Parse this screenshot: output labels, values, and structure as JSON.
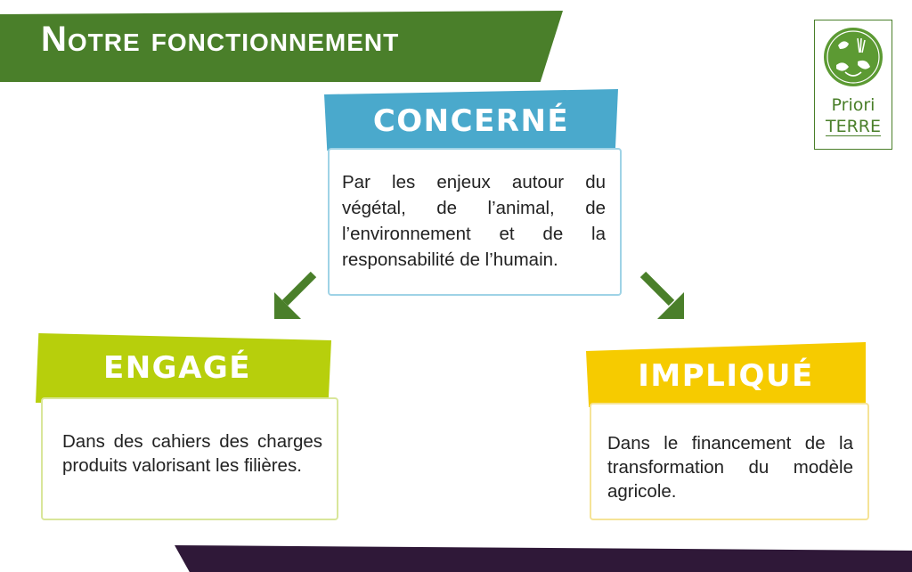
{
  "header": {
    "title": "Notre fonctionnement"
  },
  "logo": {
    "line1": "Priori",
    "line2": "TERRE",
    "icon": "farm-hands-emblem-icon",
    "color": "#4a7f2a"
  },
  "cards": {
    "concerne": {
      "title": "CONCERNÉ",
      "text": "Par les enjeux autour du végétal, de l’animal, de l’environnement et de la responsabilité de l’humain.",
      "color": "#4aa9cc"
    },
    "engage": {
      "title": "ENGAGÉ",
      "text": "Dans des cahiers des charges produits valorisant les filières.",
      "color": "#b7cf0c"
    },
    "implique": {
      "title": "IMPLIQUÉ",
      "text": "Dans le financement de la transformation du modèle agricole.",
      "color": "#f6cb00"
    }
  },
  "arrows": {
    "color": "#4a7f2a",
    "left_icon": "arrow-down-left-icon",
    "right_icon": "arrow-down-right-icon"
  },
  "footer_band_color": "#2f1838"
}
